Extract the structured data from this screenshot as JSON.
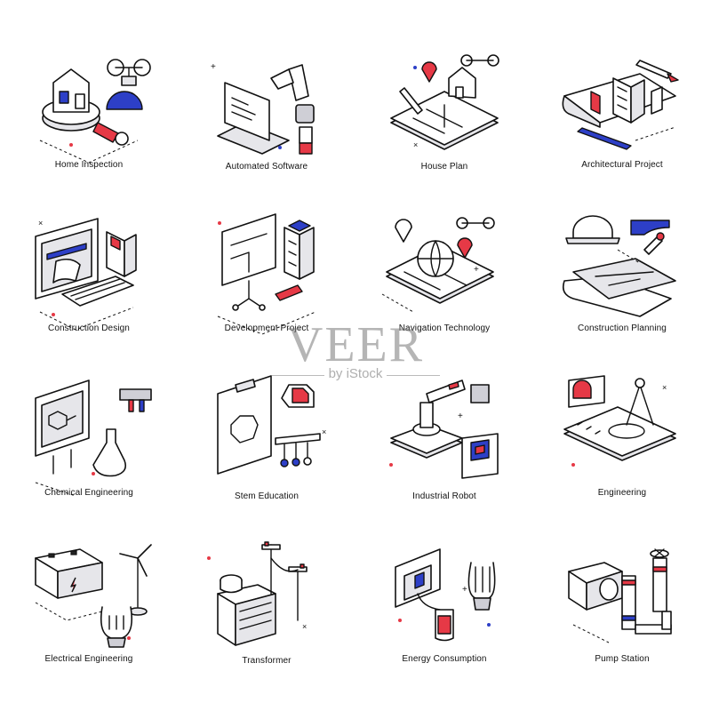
{
  "icons": [
    {
      "label": "Home Inspection",
      "icon": "home-inspection-icon"
    },
    {
      "label": "Automated Software",
      "icon": "robot-arm-laptop-icon"
    },
    {
      "label": "House Plan",
      "icon": "house-plan-tablet-icon"
    },
    {
      "label": "Architectural Project",
      "icon": "building-blueprint-icon"
    },
    {
      "label": "Construction Design",
      "icon": "monitor-building-icon"
    },
    {
      "label": "Development Project",
      "icon": "presentation-board-icon"
    },
    {
      "label": "Navigation Technology",
      "icon": "globe-drone-icon"
    },
    {
      "label": "Construction Planning",
      "icon": "helmet-blueprint-icon"
    },
    {
      "label": "Chemical Engineering",
      "icon": "flask-board-icon"
    },
    {
      "label": "Stem Education",
      "icon": "clipboard-octagon-icon"
    },
    {
      "label": "Industrial Robot",
      "icon": "industrial-robot-icon"
    },
    {
      "label": "Engineering",
      "icon": "compass-notebook-icon"
    },
    {
      "label": "Electrical Engineering",
      "icon": "battery-wind-turbine-icon"
    },
    {
      "label": "Transformer",
      "icon": "transformer-pole-icon"
    },
    {
      "label": "Energy Consumption",
      "icon": "socket-bulb-icon"
    },
    {
      "label": "Pump Station",
      "icon": "pump-pipes-icon"
    }
  ],
  "watermark": {
    "brand": "VEER",
    "sub": "by iStock"
  },
  "colors": {
    "accent_red": "#e63946",
    "accent_blue": "#2d3fc7",
    "line": "#111111",
    "fill_gray": "#e6e6ea"
  }
}
